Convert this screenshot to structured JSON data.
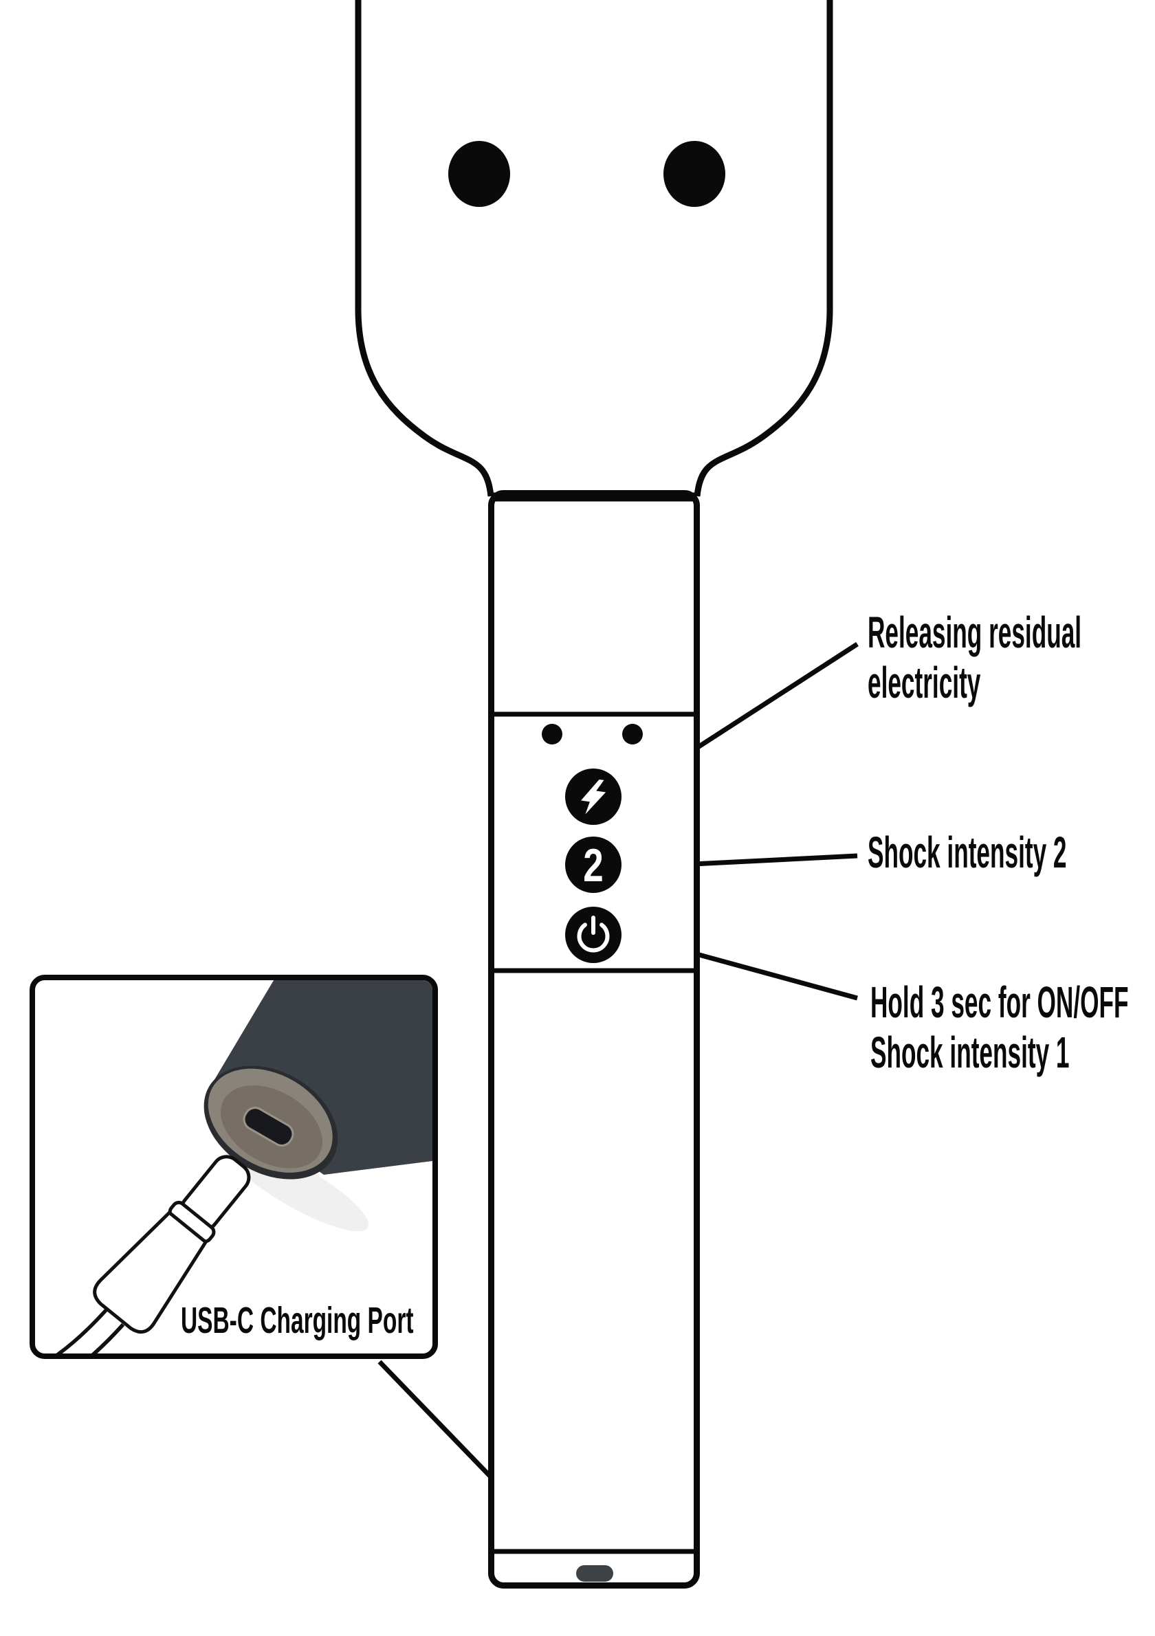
{
  "diagram": {
    "title": "shock-device instruction diagram",
    "callouts": {
      "residual": {
        "line1": "Releasing residual",
        "line2": "electricity"
      },
      "intensity2": {
        "line1": "Shock intensity 2"
      },
      "power": {
        "line1": "Hold 3 sec for ON/OFF",
        "line2": "Shock intensity 1"
      }
    },
    "inset": {
      "label": "USB-C Charging Port"
    },
    "control_panel": {
      "intensity2_button_label": "2"
    },
    "icons": {
      "discharge": "lightning-bolt-icon",
      "power": "power-icon"
    },
    "colors": {
      "ink": "#0a0a0a",
      "usb_port_oval": "#3d4247",
      "cylinder_body": "#3b4046",
      "cylinder_rim": "#2a2d30",
      "metal_face": "#8a8379",
      "metal_face_inner": "#776f65",
      "usb_slot": "#17191c"
    }
  }
}
